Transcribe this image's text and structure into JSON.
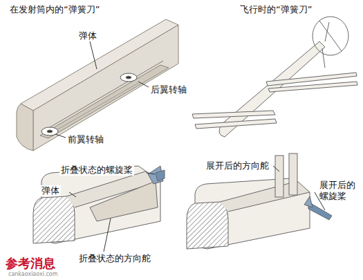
{
  "diagram": {
    "labels": [
      "在发射筒内的“弹簧刀”",
      "飞行时的“弹簧刀”",
      "弹体",
      "后翼转轴",
      "前翼转轴",
      "展开后的方向舵",
      "折叠状态的螺旋桨",
      "展开后的螺旋桨",
      "弹体",
      "折叠状态的方向舵",
      "参考消息",
      "cankaoxiaoxi.com"
    ]
  }
}
